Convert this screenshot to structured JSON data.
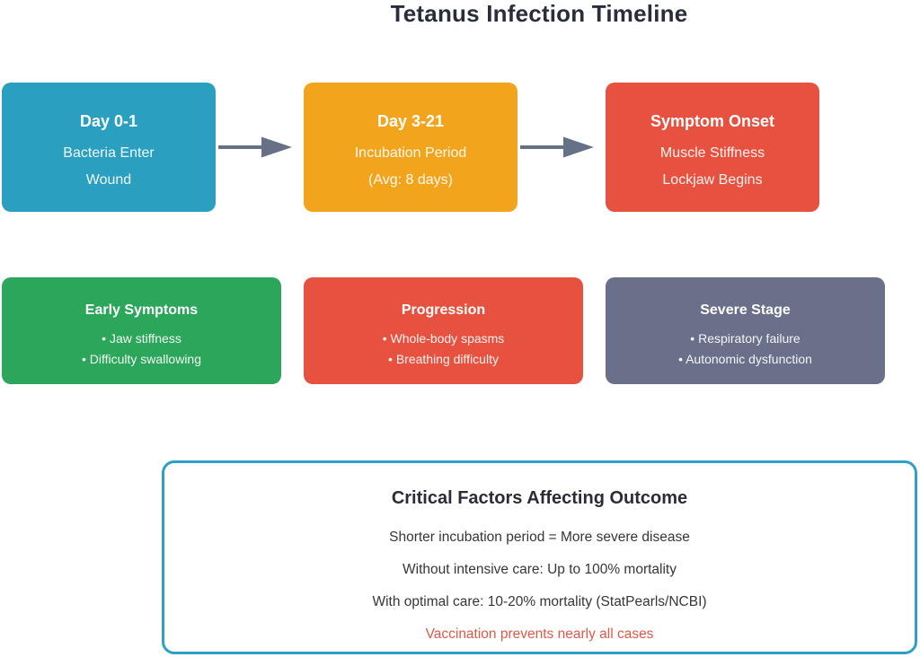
{
  "title": "Tetanus Infection Timeline",
  "timeline": [
    {
      "heading": "Day 0-1",
      "lines": [
        "Bacteria Enter",
        "Wound"
      ],
      "color": "#2B9FC0"
    },
    {
      "heading": "Day 3-21",
      "lines": [
        "Incubation Period",
        "(Avg: 8 days)"
      ],
      "color": "#F2A41C"
    },
    {
      "heading": "Symptom Onset",
      "lines": [
        "Muscle Stiffness",
        "Lockjaw Begins"
      ],
      "color": "#E75140"
    }
  ],
  "stages": [
    {
      "heading": "Early Symptoms",
      "lines": [
        "• Jaw stiffness",
        "• Difficulty swallowing"
      ],
      "color": "#2BA65A"
    },
    {
      "heading": "Progression",
      "lines": [
        "• Whole-body spasms",
        "• Breathing difficulty"
      ],
      "color": "#E75140"
    },
    {
      "heading": "Severe Stage",
      "lines": [
        "• Respiratory failure",
        "• Autonomic dysfunction"
      ],
      "color": "#6A7089"
    }
  ],
  "critical_factors": {
    "title": "Critical Factors Affecting Outcome",
    "lines": [
      "Shorter incubation period = More severe disease",
      "Without intensive care: Up to 100% mortality",
      "With optimal care: 10-20% mortality (StatPearls/NCBI)"
    ],
    "highlight": "Vaccination prevents nearly all cases",
    "border_color": "#2E9FC8",
    "highlight_color": "#DE5848"
  },
  "colors": {
    "arrow": "#667086",
    "title_text": "#2A2E3C",
    "body_text": "#34363B"
  }
}
